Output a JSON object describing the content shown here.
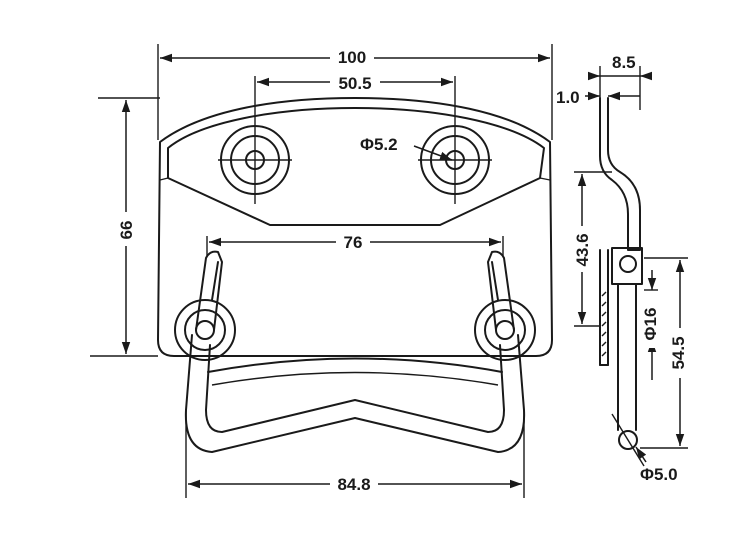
{
  "dimensions": {
    "overall_width": "100",
    "hole_spacing": "50.5",
    "hole_diameter": "Φ5.2",
    "plate_height": "66",
    "handle_inner_width": "76",
    "handle_outer_width": "84.8",
    "profile_depth": "8.5",
    "plate_thickness": "1.0",
    "profile_height": "43.6",
    "pivot_diameter": "Φ16",
    "handle_drop": "54.5",
    "wire_diameter": "Φ5.0"
  }
}
